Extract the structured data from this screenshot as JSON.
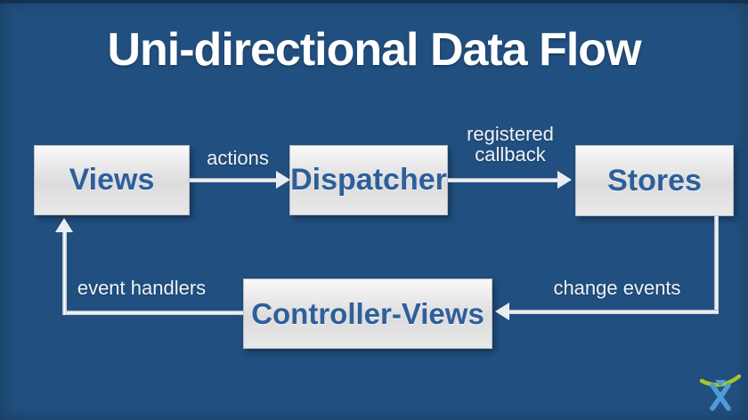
{
  "title": "Uni-directional Data Flow",
  "diagram": {
    "nodes": {
      "views": {
        "label": "Views"
      },
      "dispatcher": {
        "label": "Dispatcher"
      },
      "stores": {
        "label": "Stores"
      },
      "controller_views": {
        "label": "Controller-Views"
      }
    },
    "edges": {
      "views_to_dispatcher": {
        "from": "Views",
        "to": "Dispatcher",
        "label": "actions"
      },
      "dispatcher_to_stores": {
        "from": "Dispatcher",
        "to": "Stores",
        "label": "registered\ncallback"
      },
      "stores_to_controller_views": {
        "from": "Stores",
        "to": "Controller-Views",
        "label": "change events"
      },
      "controller_views_to_views": {
        "from": "Controller-Views",
        "to": "Views",
        "label": "event handlers"
      }
    }
  },
  "footer": {
    "logo_icon": "atlassian-logo"
  },
  "colors": {
    "background": "#215080",
    "title_text": "#ffffff",
    "node_fill_top": "#f9f9f9",
    "node_fill_bottom": "#dcdcdd",
    "node_text": "#2d5f9a",
    "edge_line": "#e9edf2",
    "edge_label_text": "#eef2f7",
    "logo_green": "#a3c626",
    "logo_blue": "#4f9bd5"
  }
}
